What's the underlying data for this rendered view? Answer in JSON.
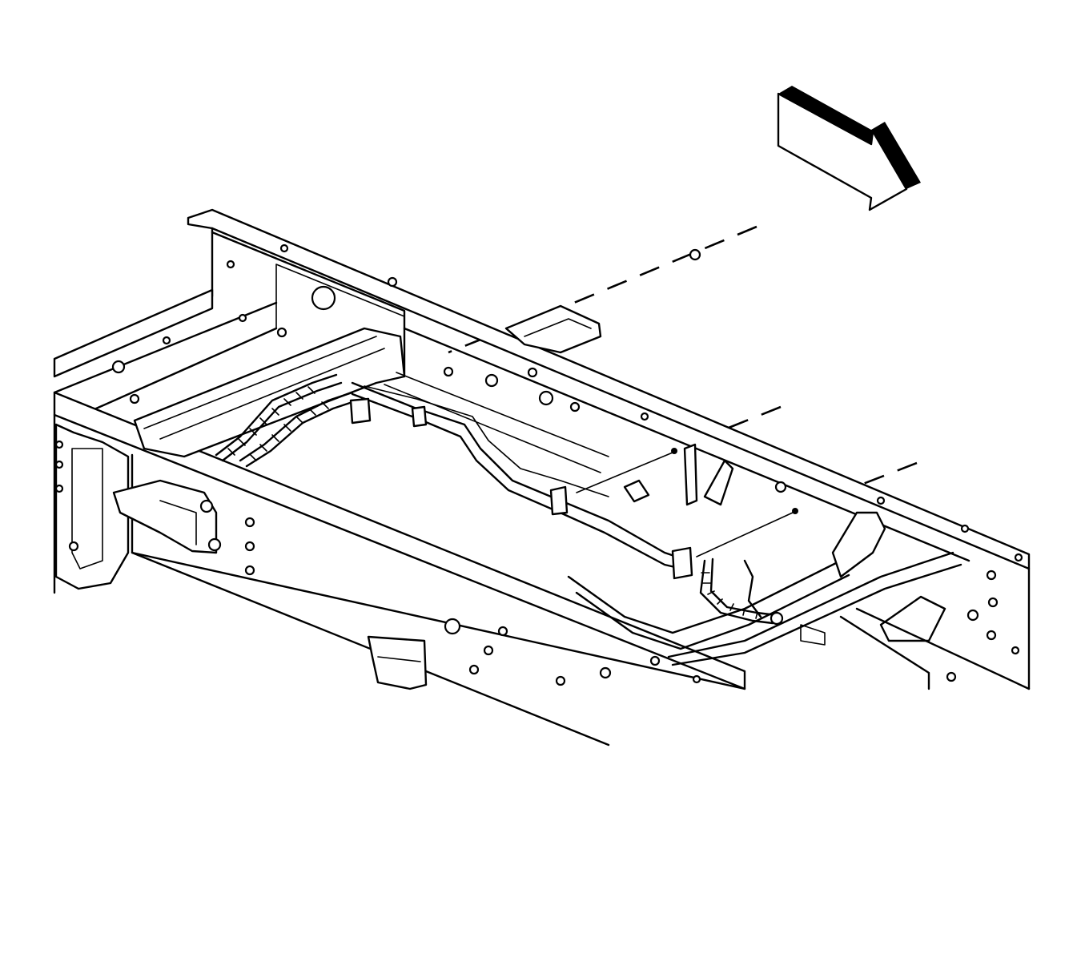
{
  "diagram": {
    "components": [
      {
        "id": "forward-arrow",
        "icon": "direction-arrow-icon"
      },
      {
        "id": "left-frame-rail"
      },
      {
        "id": "right-frame-rail"
      },
      {
        "id": "cross-member"
      },
      {
        "id": "fuel-brake-lines"
      },
      {
        "id": "wiring-harness"
      },
      {
        "id": "mounting-bolts"
      },
      {
        "id": "rear-cross-member"
      }
    ],
    "colors": {
      "stroke": "#000000",
      "background": "#ffffff"
    }
  }
}
